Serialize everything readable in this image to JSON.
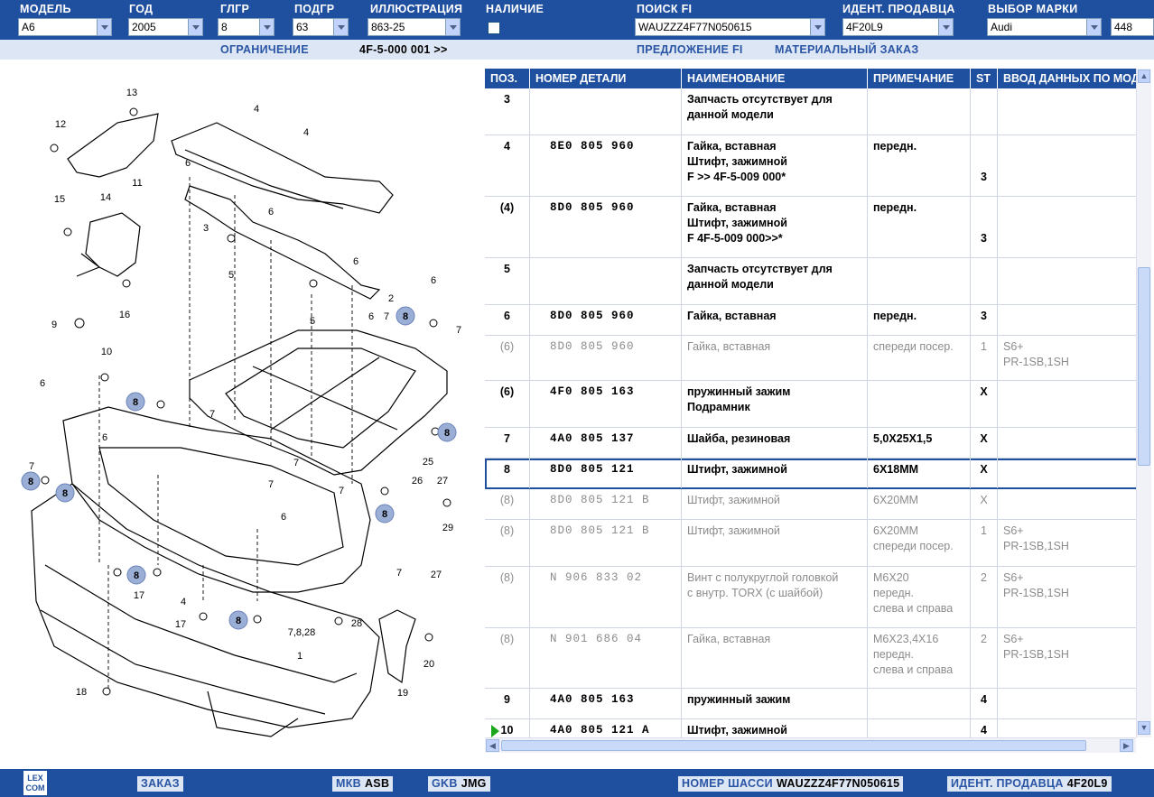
{
  "header": {
    "labels": {
      "model": "МОДЕЛЬ",
      "year": "ГОД",
      "ggr": "ГЛГР",
      "podgr": "ПОДГР",
      "illus": "ИЛЛЮСТРАЦИЯ",
      "avail": "НАЛИЧИЕ",
      "search_fi": "ПОИСК FI",
      "dealer_id": "ИДЕНТ. ПРОДАВЦА",
      "brand": "ВЫБОР МАРКИ"
    },
    "values": {
      "model": "A6",
      "year": "2005",
      "ggr": "8",
      "podgr": "63",
      "illus": "863-25",
      "search_fi": "WAUZZZ4F77N050615",
      "dealer_id": "4F20L9",
      "brand": "Audi",
      "extra": "448"
    }
  },
  "subbar": {
    "restriction": "ОГРАНИЧЕНИЕ",
    "restriction_value": "4F-5-000 001 >>",
    "offer_fi": "ПРЕДЛОЖЕНИЕ FI",
    "material_order": "МАТЕРИАЛЬНЫЙ ЗАКАЗ"
  },
  "table": {
    "columns": [
      "ПОЗ.",
      "НОМЕР ДЕТАЛИ",
      "НАИМЕНОВАНИЕ",
      "ПРИМЕЧАНИЕ",
      "ST",
      "ВВОД ДАННЫХ ПО МОДЕЛИ"
    ],
    "rows": [
      {
        "pos": "3",
        "num": "",
        "name": "Запчасть отсутствует для\nданной модели",
        "note": "",
        "st": "",
        "data": "",
        "state": "active"
      },
      {
        "pos": "4",
        "num": "8E0 805 960",
        "name": "Гайка, вставная\nШтифт, зажимной\nF            >> 4F-5-009 000*",
        "note": "передн.",
        "st": "\n\n3",
        "data": "",
        "state": "active"
      },
      {
        "pos": "(4)",
        "num": "8D0 805 960",
        "name": "Гайка, вставная\nШтифт, зажимной\nF 4F-5-009 000>>*",
        "note": "передн.",
        "st": "\n\n3",
        "data": "",
        "state": "active"
      },
      {
        "pos": "5",
        "num": "",
        "name": "Запчасть отсутствует для\nданной модели",
        "note": "",
        "st": "",
        "data": "",
        "state": "active"
      },
      {
        "pos": "6",
        "num": "8D0 805 960",
        "name": "Гайка, вставная",
        "note": "передн.",
        "st": "3",
        "data": "",
        "state": "active"
      },
      {
        "pos": "(6)",
        "num": "8D0 805 960",
        "name": "Гайка, вставная",
        "note": "спереди посер.",
        "st": "1",
        "data": "S6+\nPR-1SB,1SH",
        "state": "inactive"
      },
      {
        "pos": "(6)",
        "num": "4F0 805 163",
        "name": "пружинный зажим\nПодрамник",
        "note": "",
        "st": "X",
        "data": "",
        "state": "active"
      },
      {
        "pos": "7",
        "num": "4A0 805 137",
        "name": "Шайба, резиновая",
        "note": "5,0X25X1,5",
        "st": "X",
        "data": "",
        "state": "active"
      },
      {
        "pos": "8",
        "num": "8D0 805 121",
        "name": "Штифт, зажимной",
        "note": "6X18MM",
        "st": "X",
        "data": "",
        "state": "active"
      },
      {
        "pos": "(8)",
        "num": "8D0 805 121 B",
        "name": "Штифт, зажимной",
        "note": "6X20MM",
        "st": "X",
        "data": "",
        "state": "inactive"
      },
      {
        "pos": "(8)",
        "num": "8D0 805 121 B",
        "name": "Штифт, зажимной",
        "note": "6X20MM\nспереди посер.",
        "st": "1",
        "data": "S6+\nPR-1SB,1SH",
        "state": "inactive"
      },
      {
        "pos": "(8)",
        "num": "N   906 833 02",
        "name": "Винт с полукруглой головкой\nс внутр. TORX (с шайбой)",
        "note": "M6X20\nпередн.\nслева и справа",
        "st": "2",
        "data": "S6+\nPR-1SB,1SH",
        "state": "inactive"
      },
      {
        "pos": "(8)",
        "num": "N   901 686 04",
        "name": "Гайка, вставная",
        "note": "M6X23,4X16\nпередн.\nслева и справа",
        "st": "2",
        "data": "S6+\nPR-1SB,1SH",
        "state": "inactive"
      },
      {
        "pos": "9",
        "num": "4A0 805 163",
        "name": "пружинный зажим",
        "note": "",
        "st": "4",
        "data": "",
        "state": "active"
      },
      {
        "pos": "10",
        "num": "4A0 805 121 A",
        "name": "Штифт, зажимной",
        "note": "",
        "st": "4",
        "data": "",
        "state": "active"
      }
    ]
  },
  "drawing": {
    "callouts": [
      "1",
      "2",
      "3",
      "4",
      "5",
      "6",
      "7",
      "8",
      "9",
      "10",
      "11",
      "12",
      "13",
      "14",
      "15",
      "16",
      "17",
      "18",
      "19",
      "20",
      "25",
      "26",
      "27",
      "28",
      "29",
      "7,8,28"
    ],
    "highlighted": "8"
  },
  "footer": {
    "logo": "LEX\nCOM",
    "order": "ЗАКАЗ",
    "mkb_label": "МКВ",
    "mkb_value": "ASB",
    "gkb_label": "GKB",
    "gkb_value": "JMG",
    "chassis_label": "НОМЕР ШАССИ",
    "chassis_value": "WAUZZZ4F77N050615",
    "dealer_label": "ИДЕНТ. ПРОДАВЦА",
    "dealer_value": "4F20L9"
  },
  "colors": {
    "header_blue": "#1f4f9f",
    "subbar_bg": "#dde6f4",
    "highlight_circle": "#9aaed6",
    "row_marker": "#1aa71a"
  }
}
